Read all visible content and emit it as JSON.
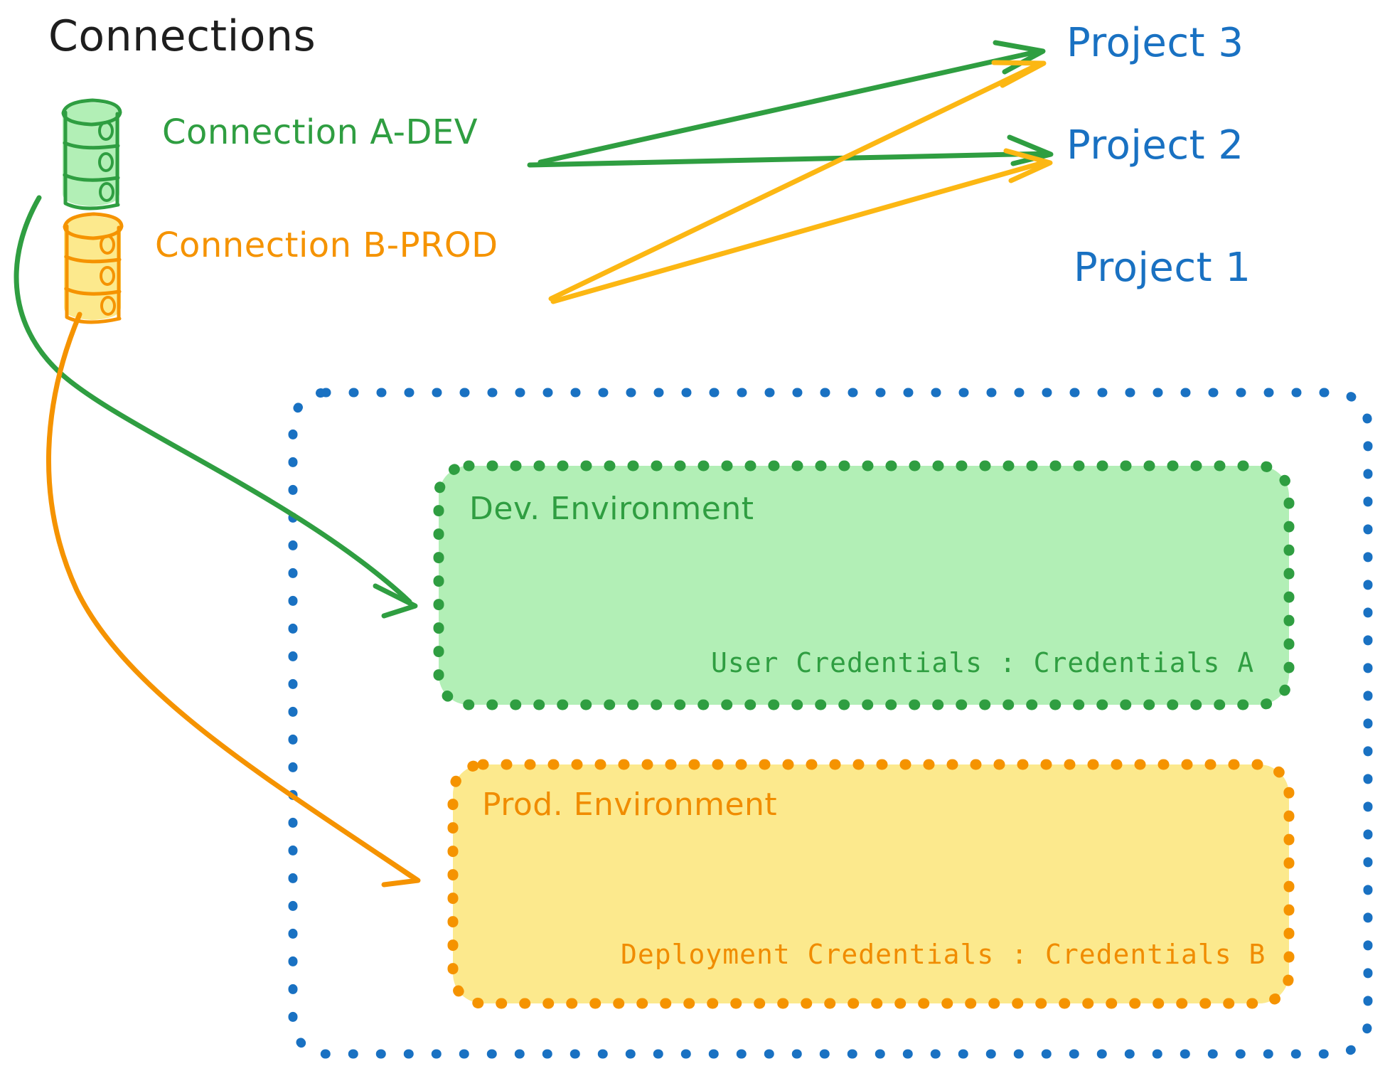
{
  "diagram": {
    "title": "Connections",
    "connections": [
      {
        "id": "connection-a",
        "label": "Connection A-DEV",
        "icon": "database-icon",
        "color": "#2f9e41",
        "fill": "#b2efb6",
        "targets": [
          "Project 3",
          "Project 2",
          "Dev. Environment"
        ]
      },
      {
        "id": "connection-b",
        "label": "Connection B-PROD",
        "icon": "database-icon",
        "color": "#f59300",
        "fill": "#fce98d",
        "targets": [
          "Project 3",
          "Project 2",
          "Prod. Environment"
        ]
      }
    ],
    "projects": [
      {
        "id": "project-3",
        "label": "Project 3",
        "color": "#1971c2"
      },
      {
        "id": "project-2",
        "label": "Project 2",
        "color": "#1971c2"
      },
      {
        "id": "project-1",
        "label": "Project 1",
        "color": "#1971c2"
      }
    ],
    "project_container": {
      "label": "Project 1",
      "border_color": "#1971c2",
      "border_style": "dotted"
    },
    "environments": [
      {
        "id": "dev-environment",
        "title": "Dev. Environment",
        "credential_label": "User Credentials",
        "credential_value": "Credentials A",
        "credential_line": "User Credentials : Credentials A",
        "border_color": "#2f9e41",
        "fill_color": "#b2efb6",
        "text_color": "#2f9e41"
      },
      {
        "id": "prod-environment",
        "title": "Prod. Environment",
        "credential_label": "Deployment Credentials",
        "credential_value": "Credentials B",
        "credential_line": "Deployment Credentials : Credentials B",
        "border_color": "#f08c00",
        "fill_color": "#fce98d",
        "text_color": "#f08c00"
      }
    ],
    "colors": {
      "green_stroke": "#2f9e41",
      "green_fill": "#b2efb6",
      "orange_stroke": "#f59300",
      "orange_fill": "#fce98d",
      "blue": "#1971c2",
      "title_black": "#1e1e1e",
      "background": "#ffffff"
    }
  }
}
